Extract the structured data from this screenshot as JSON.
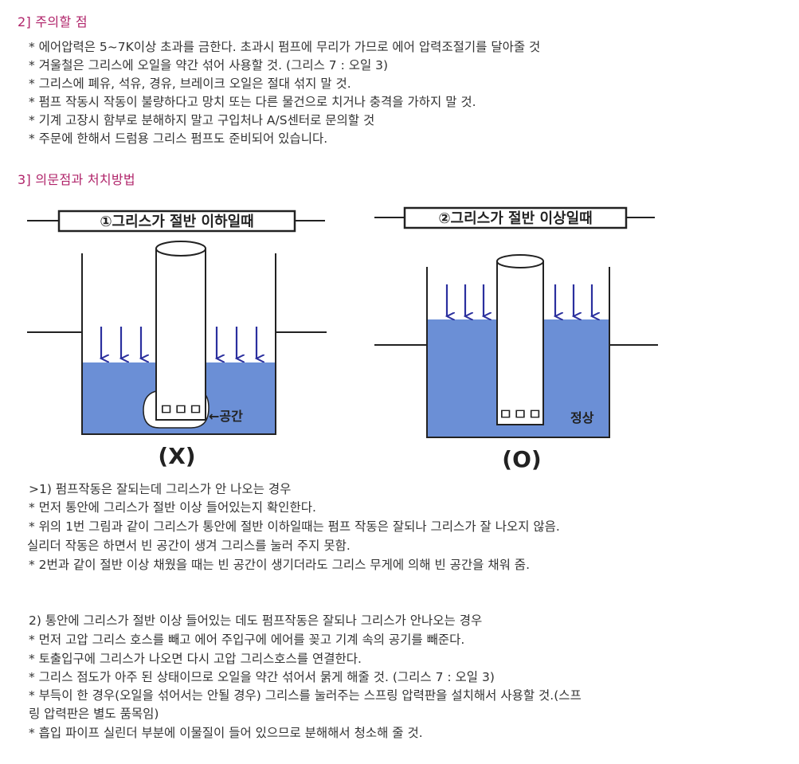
{
  "section2": {
    "heading": "2] 주의할 점",
    "items": [
      "* 에어압력은 5~7K이상 초과를 금한다. 초과시 펌프에 무리가 가므로 에어 압력조절기를 달아줄 것",
      "* 겨울철은 그리스에 오일을 약간 섞어 사용할 것. (그리스 7 : 오일 3)",
      "* 그리스에 폐유, 석유, 경유, 브레이크 오일은 절대 섞지 말 것.",
      "* 펌프 작동시 작동이 불량하다고 망치 또는 다른 물건으로 치거나 충격을 가하지 말 것.",
      "* 기계 고장시 함부로 분해하지 말고 구입처나 A/S센터로 문의할 것",
      "* 주문에 한해서 드럼용 그리스 펌프도 준비되어 있습니다."
    ]
  },
  "section3": {
    "heading": "3] 의문점과 처치방법"
  },
  "diagram": {
    "left": {
      "title": "①그리스가 절반 이하일때",
      "space_label": "←공간",
      "holes": "ㅁㅁㅁ",
      "verdict": "(X)"
    },
    "right": {
      "title": "②그리스가 절반 이상일때",
      "status_label": "정상",
      "holes": "ㅁㅁㅁ",
      "verdict": "(O)"
    },
    "colors": {
      "grease": "#6b8fd6",
      "arrow": "#2a2f9e",
      "line": "#222222"
    }
  },
  "q1": {
    "lines": [
      ">1) 펌프작동은 잘되는데 그리스가 안 나오는 경우",
      "* 먼저 통안에 그리스가 절반 이상 들어있는지 확인한다.",
      "* 위의 1번 그림과 같이 그리스가 통안에 절반 이하일때는 펌프 작동은 잘되나 그리스가 잘 나오지 않음.",
      "실리더 작동은 하면서 빈 공간이 생겨 그리스를 눌러 주지 못함.",
      "* 2번과 같이 절반 이상 채웠을 때는 빈 공간이 생기더라도 그리스 무게에 의해 빈 공간을 채워 줌."
    ]
  },
  "q2": {
    "lines": [
      "2) 통안에 그리스가 절반 이상 들어있는 데도 펌프작동은 잘되나 그리스가 안나오는 경우",
      "* 먼저 고압 그리스 호스를 빼고 에어 주입구에 에어를 꽂고 기계 속의 공기를 빼준다.",
      "* 토출입구에 그리스가 나오면 다시 고압 그리스호스를 연결한다.",
      "* 그리스 점도가 아주 된 상태이므로 오일을 약간 섞어서 묽게 해줄 것. (그리스 7 : 오일 3)",
      "* 부득이 한 경우(오일을 섞어서는 안될 경우) 그리스를 눌러주는 스프링 압력판을 설치해서 사용할 것.(스프",
      "링 압력판은 별도 품목임)",
      "* 흡입 파이프 실린더 부분에 이물질이 들어 있으므로 분해해서 청소해 줄 것."
    ]
  }
}
